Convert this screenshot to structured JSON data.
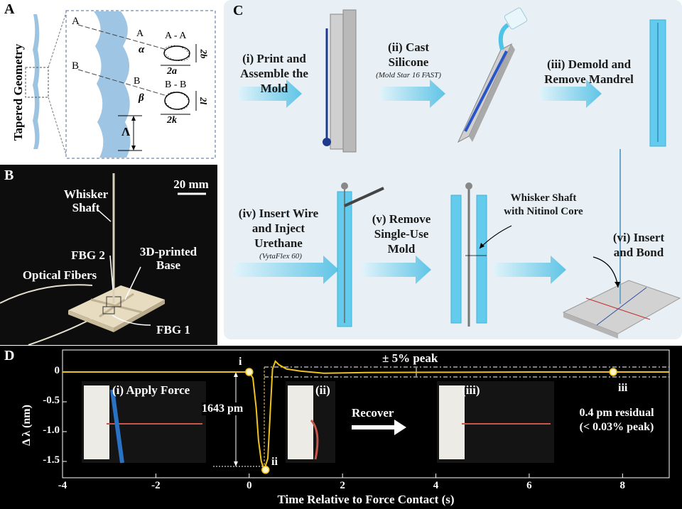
{
  "panel_a": {
    "label": "A",
    "side_label": "Tapered Geometry",
    "sec_a_marker": "A",
    "sec_a_marker2": "A",
    "sec_a_title": "A - A",
    "sec_a_angle": "α",
    "sec_a_dim_h": "2a",
    "sec_a_dim_v": "2b",
    "sec_b_marker": "B",
    "sec_b_marker2": "B",
    "sec_b_title": "B - B",
    "sec_b_angle": "β",
    "sec_b_dim_h": "2k",
    "sec_b_dim_v": "2l",
    "wavelength": "Λ"
  },
  "panel_b": {
    "label": "B",
    "scale": "20 mm",
    "shaft": "Whisker\nShaft",
    "fbg2": "FBG 2",
    "base": "3D-printed\nBase",
    "fibers": "Optical Fibers",
    "fbg1": "FBG 1"
  },
  "panel_c": {
    "label": "C",
    "step1": "(i) Print and\nAssemble the\nMold",
    "step2": "(ii) Cast\nSilicone",
    "step2_sub": "(Mold Star 16 FAST)",
    "step3": "(iii) Demold and\nRemove Mandrel",
    "step4": "(iv) Insert Wire\nand Inject\nUrethane",
    "step4_sub": "(VytaFlex 60)",
    "step5": "(v) Remove\nSingle-Use\nMold",
    "step5_note": "Whisker Shaft\nwith Nitinol Core",
    "step6": "(vi) Insert\nand Bond"
  },
  "panel_d": {
    "label": "D",
    "ylabel": "Δ λ (nm)",
    "xlabel": "Time Relative to Force Contact (s)",
    "yticks": [
      "0",
      "-0.5",
      "-1.0",
      "-1.5"
    ],
    "xticks": [
      "-4",
      "-2",
      "0",
      "2",
      "4",
      "6",
      "8"
    ],
    "band": "± 5% peak",
    "drop": "1643 pm",
    "pt_i": "i",
    "pt_ii": "ii",
    "pt_iii": "iii",
    "photo1": "(i) Apply Force",
    "photo2": "(ii)",
    "photo3": "(iii)",
    "recover": "Recover",
    "residual": "0.4 pm residual\n(< 0.03% peak)"
  }
}
